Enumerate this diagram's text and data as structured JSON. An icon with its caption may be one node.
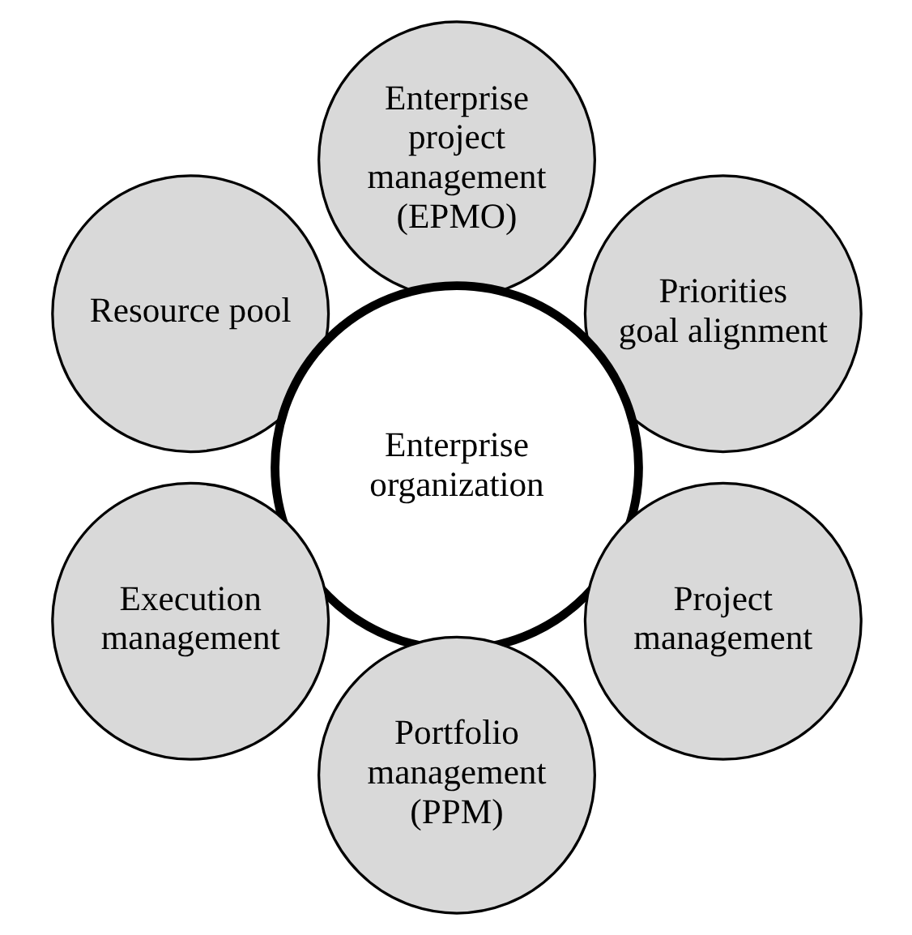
{
  "diagram": {
    "nodes": [
      {
        "text": [
          "Priorities goal alignment"
        ]
      },
      {
        "text": [
          "Enterprise project management (EPMO)"
        ]
      },
      {
        "text": [
          "Resource pool"
        ]
      },
      {
        "text": [
          "Enterprise organization"
        ]
      },
      {
        "text": [
          "Execution management"
        ]
      },
      {
        "text": [
          "Portfolio management (PPM)"
        ]
      },
      {
        "text": [
          "Project management"
        ]
      }
    ],
    "edges": []
  }
}
